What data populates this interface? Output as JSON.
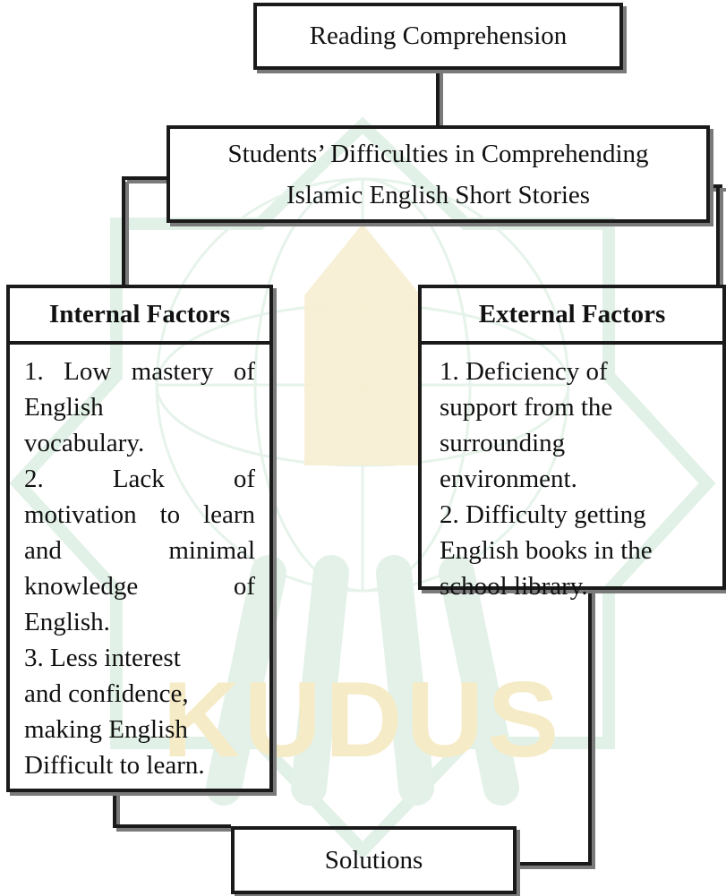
{
  "diagram": {
    "top_box": "Reading Comprehension",
    "middle_box": {
      "line1": "Students’ Difficulties in Comprehending",
      "line2": "Islamic English Short Stories"
    },
    "internal_factors": {
      "heading": "Internal Factors",
      "lines": [
        "1. Low mastery of",
        "English",
        "vocabulary.",
        "2. Lack of",
        "motivation to learn",
        "and minimal",
        "knowledge of",
        "English.",
        "3. Less interest",
        "and confidence,",
        "making English",
        "Difficult to learn."
      ]
    },
    "external_factors": {
      "heading": "External Factors",
      "lines": [
        "1. Deficiency of",
        "support from the",
        "surrounding",
        "environment.",
        "2. Difficulty getting",
        "English books in the",
        "school library."
      ]
    },
    "bottom_box": "Solutions"
  },
  "watermark": {
    "text": "KUDUS",
    "colors": {
      "green": "#dcefe2",
      "gold": "#f6ebc7"
    }
  },
  "colors": {
    "border": "#1a1a1a",
    "shadow": "#7a7a7a",
    "text": "#111111"
  }
}
